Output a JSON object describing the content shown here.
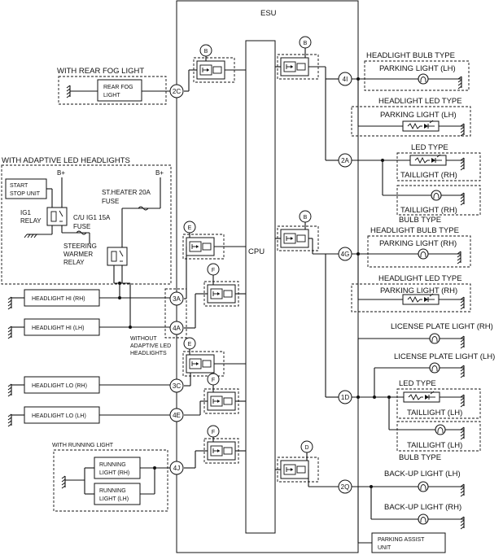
{
  "esu": {
    "title": "ESU",
    "cpu": "CPU"
  },
  "module_letters": {
    "b": "B",
    "e": "E",
    "f": "F",
    "d": "D"
  },
  "pins": {
    "p4I": "4I",
    "p2A": "2A",
    "p4G": "4G",
    "p1D": "1D",
    "p2Q": "2Q",
    "p2C": "2C",
    "p3A": "3A",
    "p4A": "4A",
    "p3C": "3C",
    "p4E": "4E",
    "p4J": "4J"
  },
  "left": {
    "with_rear_fog": "WITH REAR FOG LIGHT",
    "rear_fog_l1": "REAR FOG",
    "rear_fog_l2": "LIGHT",
    "with_adaptive": "WITH ADAPTIVE LED HEADLIGHTS",
    "start_stop_l1": "START",
    "start_stop_l2": "STOP UNIT",
    "bplus": "B+",
    "ig1_l1": "IG1",
    "ig1_l2": "RELAY",
    "st_heater_l1": "ST.HEATER 20A",
    "st_heater_l2": "FUSE",
    "cu_ig1_l1": "C/U IG1 15A",
    "cu_ig1_l2": "FUSE",
    "steer_l1": "STEERING",
    "steer_l2": "WARMER",
    "steer_l3": "RELAY",
    "hi_rh": "HEADLIGHT HI (RH)",
    "hi_lh": "HEADLIGHT HI (LH)",
    "without_l1": "WITHOUT",
    "without_l2": "ADAPTIVE LED",
    "without_l3": "HEADLIGHTS",
    "lo_rh": "HEADLIGHT LO (RH)",
    "lo_lh": "HEADLIGHT LO (LH)",
    "with_running": "WITH RUNNING LIGHT",
    "run_rh_l1": "RUNNING",
    "run_rh_l2": "LIGHT (RH)",
    "run_lh_l1": "RUNNING",
    "run_lh_l2": "LIGHT (LH)"
  },
  "right": {
    "hl_bulb_type_1": "HEADLIGHT BULB TYPE",
    "parking_lh_1": "PARKING LIGHT (LH)",
    "hl_led_type_1": "HEADLIGHT LED TYPE",
    "parking_lh_2": "PARKING LIGHT (LH)",
    "led_type_1": "LED TYPE",
    "taillight_rh_1": "TAILLIGHT (RH)",
    "taillight_rh_2": "TAILLIGHT (RH)",
    "bulb_type_1": "BULB TYPE",
    "hl_bulb_type_2": "HEADLIGHT BULB TYPE",
    "parking_rh_1": "PARKING LIGHT (RH)",
    "hl_led_type_2": "HEADLIGHT LED TYPE",
    "parking_rh_2": "PARKING LIGHT (RH)",
    "license_rh": "LICENSE PLATE LIGHT (RH)",
    "license_lh": "LICENSE PLATE LIGHT (LH)",
    "led_type_2": "LED TYPE",
    "taillight_lh_1": "TAILLIGHT (LH)",
    "taillight_lh_2": "TAILLIGHT (LH)",
    "bulb_type_2": "BULB TYPE",
    "backup_lh": "BACK-UP LIGHT (LH)",
    "backup_rh": "BACK-UP LIGHT (RH)",
    "parking_assist_l1": "PARKING ASSIST",
    "parking_assist_l2": "UNIT"
  }
}
